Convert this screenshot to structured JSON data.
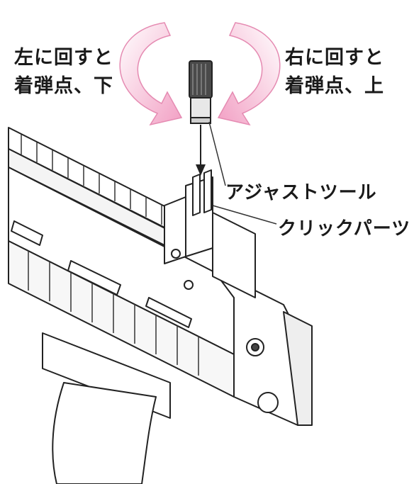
{
  "labels": {
    "left_line1": "左に回すと",
    "left_line2": "着弾点、下",
    "right_line1": "右に回すと",
    "right_line2": "着弾点、上",
    "adjust_tool": "アジャストツール",
    "click_parts": "クリックパーツ"
  },
  "colors": {
    "arrow_pink": "#f2a9c8",
    "arrow_outline": "#e58bb2",
    "line": "#333333"
  }
}
